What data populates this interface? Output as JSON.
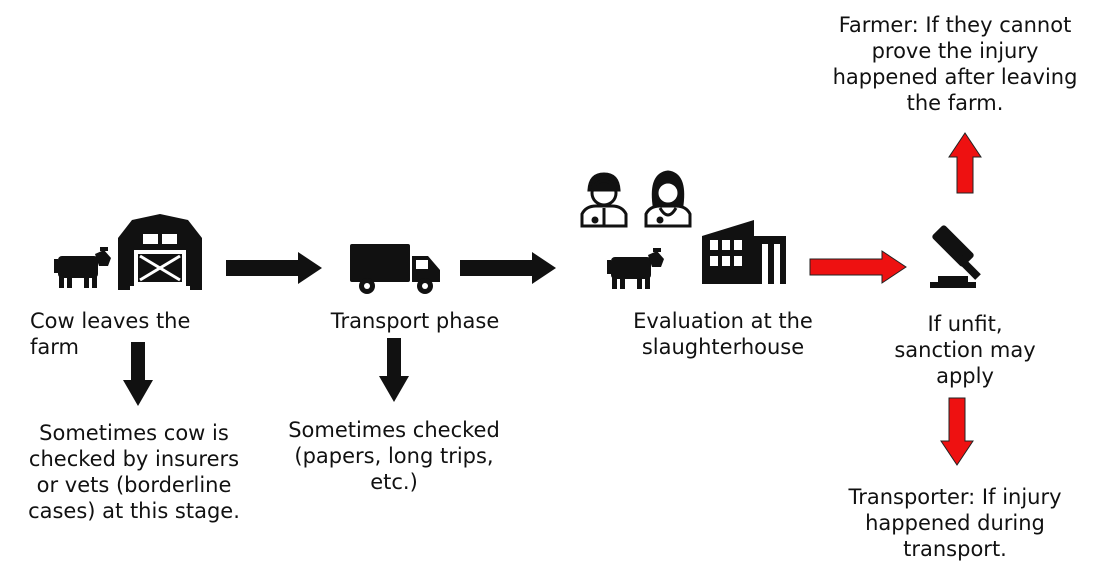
{
  "labels": {
    "cow_leaves": "Cow leaves the\nfarm",
    "transport_phase": "Transport phase",
    "evaluation": "Evaluation at the\nslaughterhouse",
    "if_unfit": "If unfit,\nsanction may\napply",
    "farm_check": "Sometimes cow is\nchecked by insurers\nor vets (borderline\ncases) at this stage.",
    "transport_check": "Sometimes checked\n(papers, long trips,\netc.)",
    "farmer": "Farmer: If they cannot\nprove the injury\nhappened after leaving\nthe farm.",
    "transporter": "Transporter: If injury\nhappened during\ntransport."
  },
  "icons": [
    "cow-icon",
    "barn-icon",
    "truck-icon",
    "vet-male-icon",
    "vet-female-icon",
    "slaughterhouse-icon",
    "gavel-icon"
  ],
  "colors": {
    "arrow_black": "#111111",
    "arrow_red": "#ee1111",
    "arrow_red_outline": "#222222"
  }
}
